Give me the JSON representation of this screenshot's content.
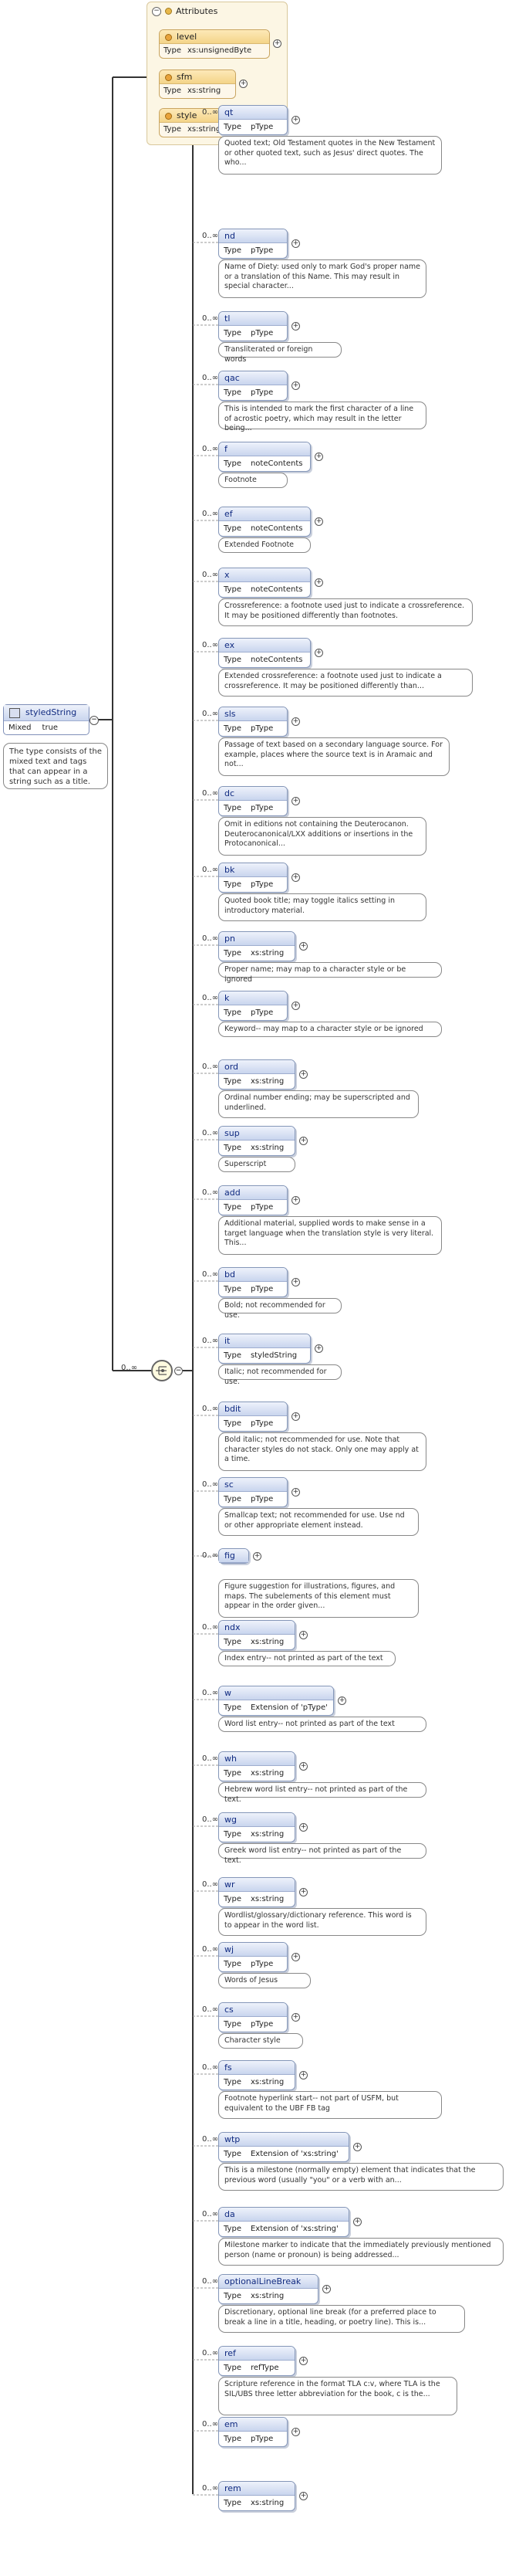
{
  "root": {
    "name": "styledString",
    "type_label": "Mixed",
    "type_value": "true",
    "doc": "The type consists of the mixed text and tags that can appear in a string such as a title."
  },
  "attributes": {
    "header": "Attributes",
    "items": [
      {
        "name": "level",
        "type_label": "Type",
        "type": "xs:unsignedByte"
      },
      {
        "name": "sfm",
        "type_label": "Type",
        "type": "xs:string"
      },
      {
        "name": "style",
        "type_label": "Type",
        "type": "xs:string"
      }
    ]
  },
  "choice_cardinality": "0..∞",
  "elements": [
    {
      "name": "qt",
      "card": "0..∞",
      "type": "pType",
      "doc": "Quoted text; Old Testament quotes in the New Testament or other quoted text, such as Jesus' direct quotes. The who..."
    },
    {
      "name": "nd",
      "card": "0..∞",
      "type": "pType",
      "doc": "Name of Diety: used only to mark God's proper name or a translation of this Name. This may result in special character..."
    },
    {
      "name": "tl",
      "card": "0..∞",
      "type": "pType",
      "doc": "Transliterated or foreign words"
    },
    {
      "name": "qac",
      "card": "0..∞",
      "type": "pType",
      "doc": "This is intended to mark the first character of a line of acrostic poetry, which may result in the letter being..."
    },
    {
      "name": "f",
      "card": "0..∞",
      "type": "noteContents",
      "doc": "Footnote"
    },
    {
      "name": "ef",
      "card": "0..∞",
      "type": "noteContents",
      "doc": "Extended Footnote"
    },
    {
      "name": "x",
      "card": "0..∞",
      "type": "noteContents",
      "doc": "Crossreference: a footnote used just to indicate a crossreference. It may be positioned differently than footnotes."
    },
    {
      "name": "ex",
      "card": "0..∞",
      "type": "noteContents",
      "doc": "Extended crossreference: a footnote used just to indicate a crossreference. It may be positioned differently than..."
    },
    {
      "name": "sls",
      "card": "0..∞",
      "type": "pType",
      "doc": "Passage of text based on a secondary language source. For example, places where the source text is in Aramaic and not..."
    },
    {
      "name": "dc",
      "card": "0..∞",
      "type": "pType",
      "doc": "Omit in editions not containing the Deuterocanon. Deuterocanonical/LXX additions or insertions in the Protocanonical..."
    },
    {
      "name": "bk",
      "card": "0..∞",
      "type": "pType",
      "doc": "Quoted book title; may toggle italics setting in introductory material."
    },
    {
      "name": "pn",
      "card": "0..∞",
      "type": "xs:string",
      "doc": "Proper name; may map to a character style or be ignored"
    },
    {
      "name": "k",
      "card": "0..∞",
      "type": "pType",
      "doc": "Keyword-- may map to a character style or be ignored"
    },
    {
      "name": "ord",
      "card": "0..∞",
      "type": "xs:string",
      "doc": "Ordinal number ending; may be superscripted and underlined."
    },
    {
      "name": "sup",
      "card": "0..∞",
      "type": "xs:string",
      "doc": "Superscript"
    },
    {
      "name": "add",
      "card": "0..∞",
      "type": "pType",
      "doc": "Additional material, supplied words to make sense in a target language when the translation style is very literal. This..."
    },
    {
      "name": "bd",
      "card": "0..∞",
      "type": "pType",
      "doc": "Bold; not recommended for use."
    },
    {
      "name": "it",
      "card": "0..∞",
      "type": "styledString",
      "doc": "Italic; not recommended for use."
    },
    {
      "name": "bdit",
      "card": "0..∞",
      "type": "pType",
      "doc": "Bold italic; not recommended for use. Note that character styles do not stack. Only one may apply at a time."
    },
    {
      "name": "sc",
      "card": "0..∞",
      "type": "pType",
      "doc": "Smallcap text; not recommended for use. Use nd or other appropriate element instead."
    },
    {
      "name": "fig",
      "card": "0..∞",
      "type": "",
      "doc": "Figure suggestion for illustrations, figures, and maps. The subelements of this element must appear in the order given..."
    },
    {
      "name": "ndx",
      "card": "0..∞",
      "type": "xs:string",
      "doc": "Index entry-- not printed as part of the text"
    },
    {
      "name": "w",
      "card": "0..∞",
      "type": "Extension of 'pType'",
      "doc": "Word list entry-- not printed as part of the text"
    },
    {
      "name": "wh",
      "card": "0..∞",
      "type": "xs:string",
      "doc": "Hebrew word list entry-- not printed as part of the text."
    },
    {
      "name": "wg",
      "card": "0..∞",
      "type": "xs:string",
      "doc": "Greek word list entry-- not printed as part of the text."
    },
    {
      "name": "wr",
      "card": "0..∞",
      "type": "xs:string",
      "doc": "Wordlist/glossary/dictionary reference. This word is to appear in the word list."
    },
    {
      "name": "wj",
      "card": "0..∞",
      "type": "pType",
      "doc": "Words of Jesus"
    },
    {
      "name": "cs",
      "card": "0..∞",
      "type": "pType",
      "doc": "Character style"
    },
    {
      "name": "fs",
      "card": "0..∞",
      "type": "xs:string",
      "doc": "Footnote hyperlink start-- not part of USFM, but equivalent to the UBF FB tag"
    },
    {
      "name": "wtp",
      "card": "0..∞",
      "type": "Extension of 'xs:string'",
      "doc": "This is a milestone (normally empty) element that indicates that the previous word (usually \"you\" or a verb with an..."
    },
    {
      "name": "da",
      "card": "0..∞",
      "type": "Extension of 'xs:string'",
      "doc": "Milestone marker to indicate that the immediately previously mentioned person (name or pronoun) is being addressed..."
    },
    {
      "name": "optionalLineBreak",
      "card": "0..∞",
      "type": "xs:string",
      "doc": "Discretionary, optional line break (for a preferred place to break a line in a title, heading, or poetry line). This is..."
    },
    {
      "name": "ref",
      "card": "0..∞",
      "type": "refType",
      "doc": "Scripture reference in the format TLA c:v, where TLA is the SIL/UBS three letter abbreviation for the book, c is the..."
    },
    {
      "name": "em",
      "card": "0..∞",
      "type": "pType",
      "doc": ""
    },
    {
      "name": "rem",
      "card": "0..∞",
      "type": "xs:string",
      "doc": ""
    }
  ],
  "type_label": "Type"
}
